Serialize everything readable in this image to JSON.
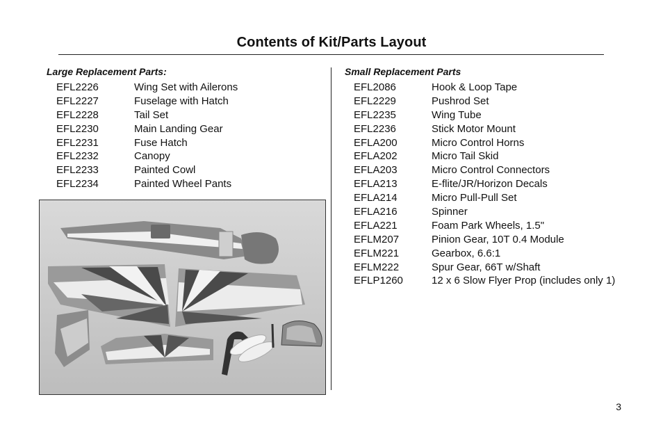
{
  "title": "Contents of Kit/Parts Layout",
  "large_parts": {
    "heading": "Large Replacement Parts:",
    "items": [
      {
        "code": "EFL2226",
        "desc": "Wing Set with Ailerons"
      },
      {
        "code": "EFL2227",
        "desc": "Fuselage with Hatch"
      },
      {
        "code": "EFL2228",
        "desc": "Tail Set"
      },
      {
        "code": "EFL2230",
        "desc": "Main Landing Gear"
      },
      {
        "code": "EFL2231",
        "desc": "Fuse Hatch"
      },
      {
        "code": "EFL2232",
        "desc": "Canopy"
      },
      {
        "code": "EFL2233",
        "desc": "Painted Cowl"
      },
      {
        "code": "EFL2234",
        "desc": "Painted Wheel Pants"
      }
    ]
  },
  "small_parts": {
    "heading": "Small Replacement Parts",
    "items": [
      {
        "code": "EFL2086",
        "desc": "Hook & Loop Tape"
      },
      {
        "code": "EFL2229",
        "desc": "Pushrod Set"
      },
      {
        "code": "EFL2235",
        "desc": "Wing Tube"
      },
      {
        "code": "EFL2236",
        "desc": "Stick Motor Mount"
      },
      {
        "code": "EFLA200",
        "desc": "Micro Control Horns"
      },
      {
        "code": "EFLA202",
        "desc": "Micro Tail Skid"
      },
      {
        "code": "EFLA203",
        "desc": "Micro Control Connectors"
      },
      {
        "code": "EFLA213",
        "desc": "E-flite/JR/Horizon Decals"
      },
      {
        "code": "EFLA214",
        "desc": "Micro Pull-Pull Set"
      },
      {
        "code": "EFLA216",
        "desc": "Spinner"
      },
      {
        "code": "EFLA221",
        "desc": "Foam Park Wheels, 1.5\""
      },
      {
        "code": "EFLM207",
        "desc": "Pinion Gear, 10T 0.4 Module"
      },
      {
        "code": "EFLM221",
        "desc": "Gearbox, 6.6:1"
      },
      {
        "code": "EFLM222",
        "desc": "Spur Gear, 66T w/Shaft"
      },
      {
        "code": "EFLP1260",
        "desc": "12 x 6 Slow Flyer Prop (includes only 1)"
      }
    ]
  },
  "page_number": "3"
}
